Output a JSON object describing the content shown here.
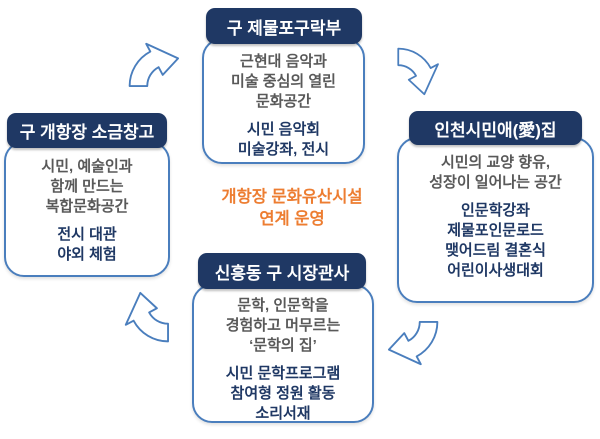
{
  "center_label": {
    "line1": "개항장 문화유산시설",
    "line2": "연계 운영"
  },
  "facilities": {
    "top": {
      "title": "구 제물포구락부",
      "desc": [
        "근현대 음악과",
        "미술 중심의 열린",
        "문화공간"
      ],
      "programs": [
        "시민 음악회",
        "미술강좌, 전시"
      ]
    },
    "right": {
      "title": "인천시민애(愛)집",
      "desc": [
        "시민의 교양 향유,",
        "성장이 일어나는 공간"
      ],
      "programs": [
        "인문학강좌",
        "제물포인문로드",
        "맺어드림 결혼식",
        "어린이사생대회"
      ]
    },
    "bottom": {
      "title": "신흥동 구 시장관사",
      "desc": [
        "문학, 인문학을",
        "경험하고 머무르는",
        "‘문학의 집’"
      ],
      "programs": [
        "시민 문학프로그램",
        "참여형 정원 활동",
        "소리서재"
      ]
    },
    "left": {
      "title": "구 개항장 소금창고",
      "desc": [
        "시민, 예술인과",
        "함께 만드는",
        "복합문화공간"
      ],
      "programs": [
        "전시 대관",
        "야외 체험"
      ]
    }
  },
  "icons": {
    "arrow_top_left": "curved-arrow-up-right",
    "arrow_top_right": "curved-arrow-down-right",
    "arrow_bottom_right": "curved-arrow-down-left",
    "arrow_bottom_left": "curved-arrow-up-left"
  },
  "colors": {
    "header_bg": "#1F3864",
    "header_text": "#FFFFFF",
    "box_border": "#4A7EBD",
    "desc_text": "#595959",
    "program_text": "#1F3864",
    "center_text": "#ED7D31",
    "arrow_stroke": "#4A7EBD"
  }
}
